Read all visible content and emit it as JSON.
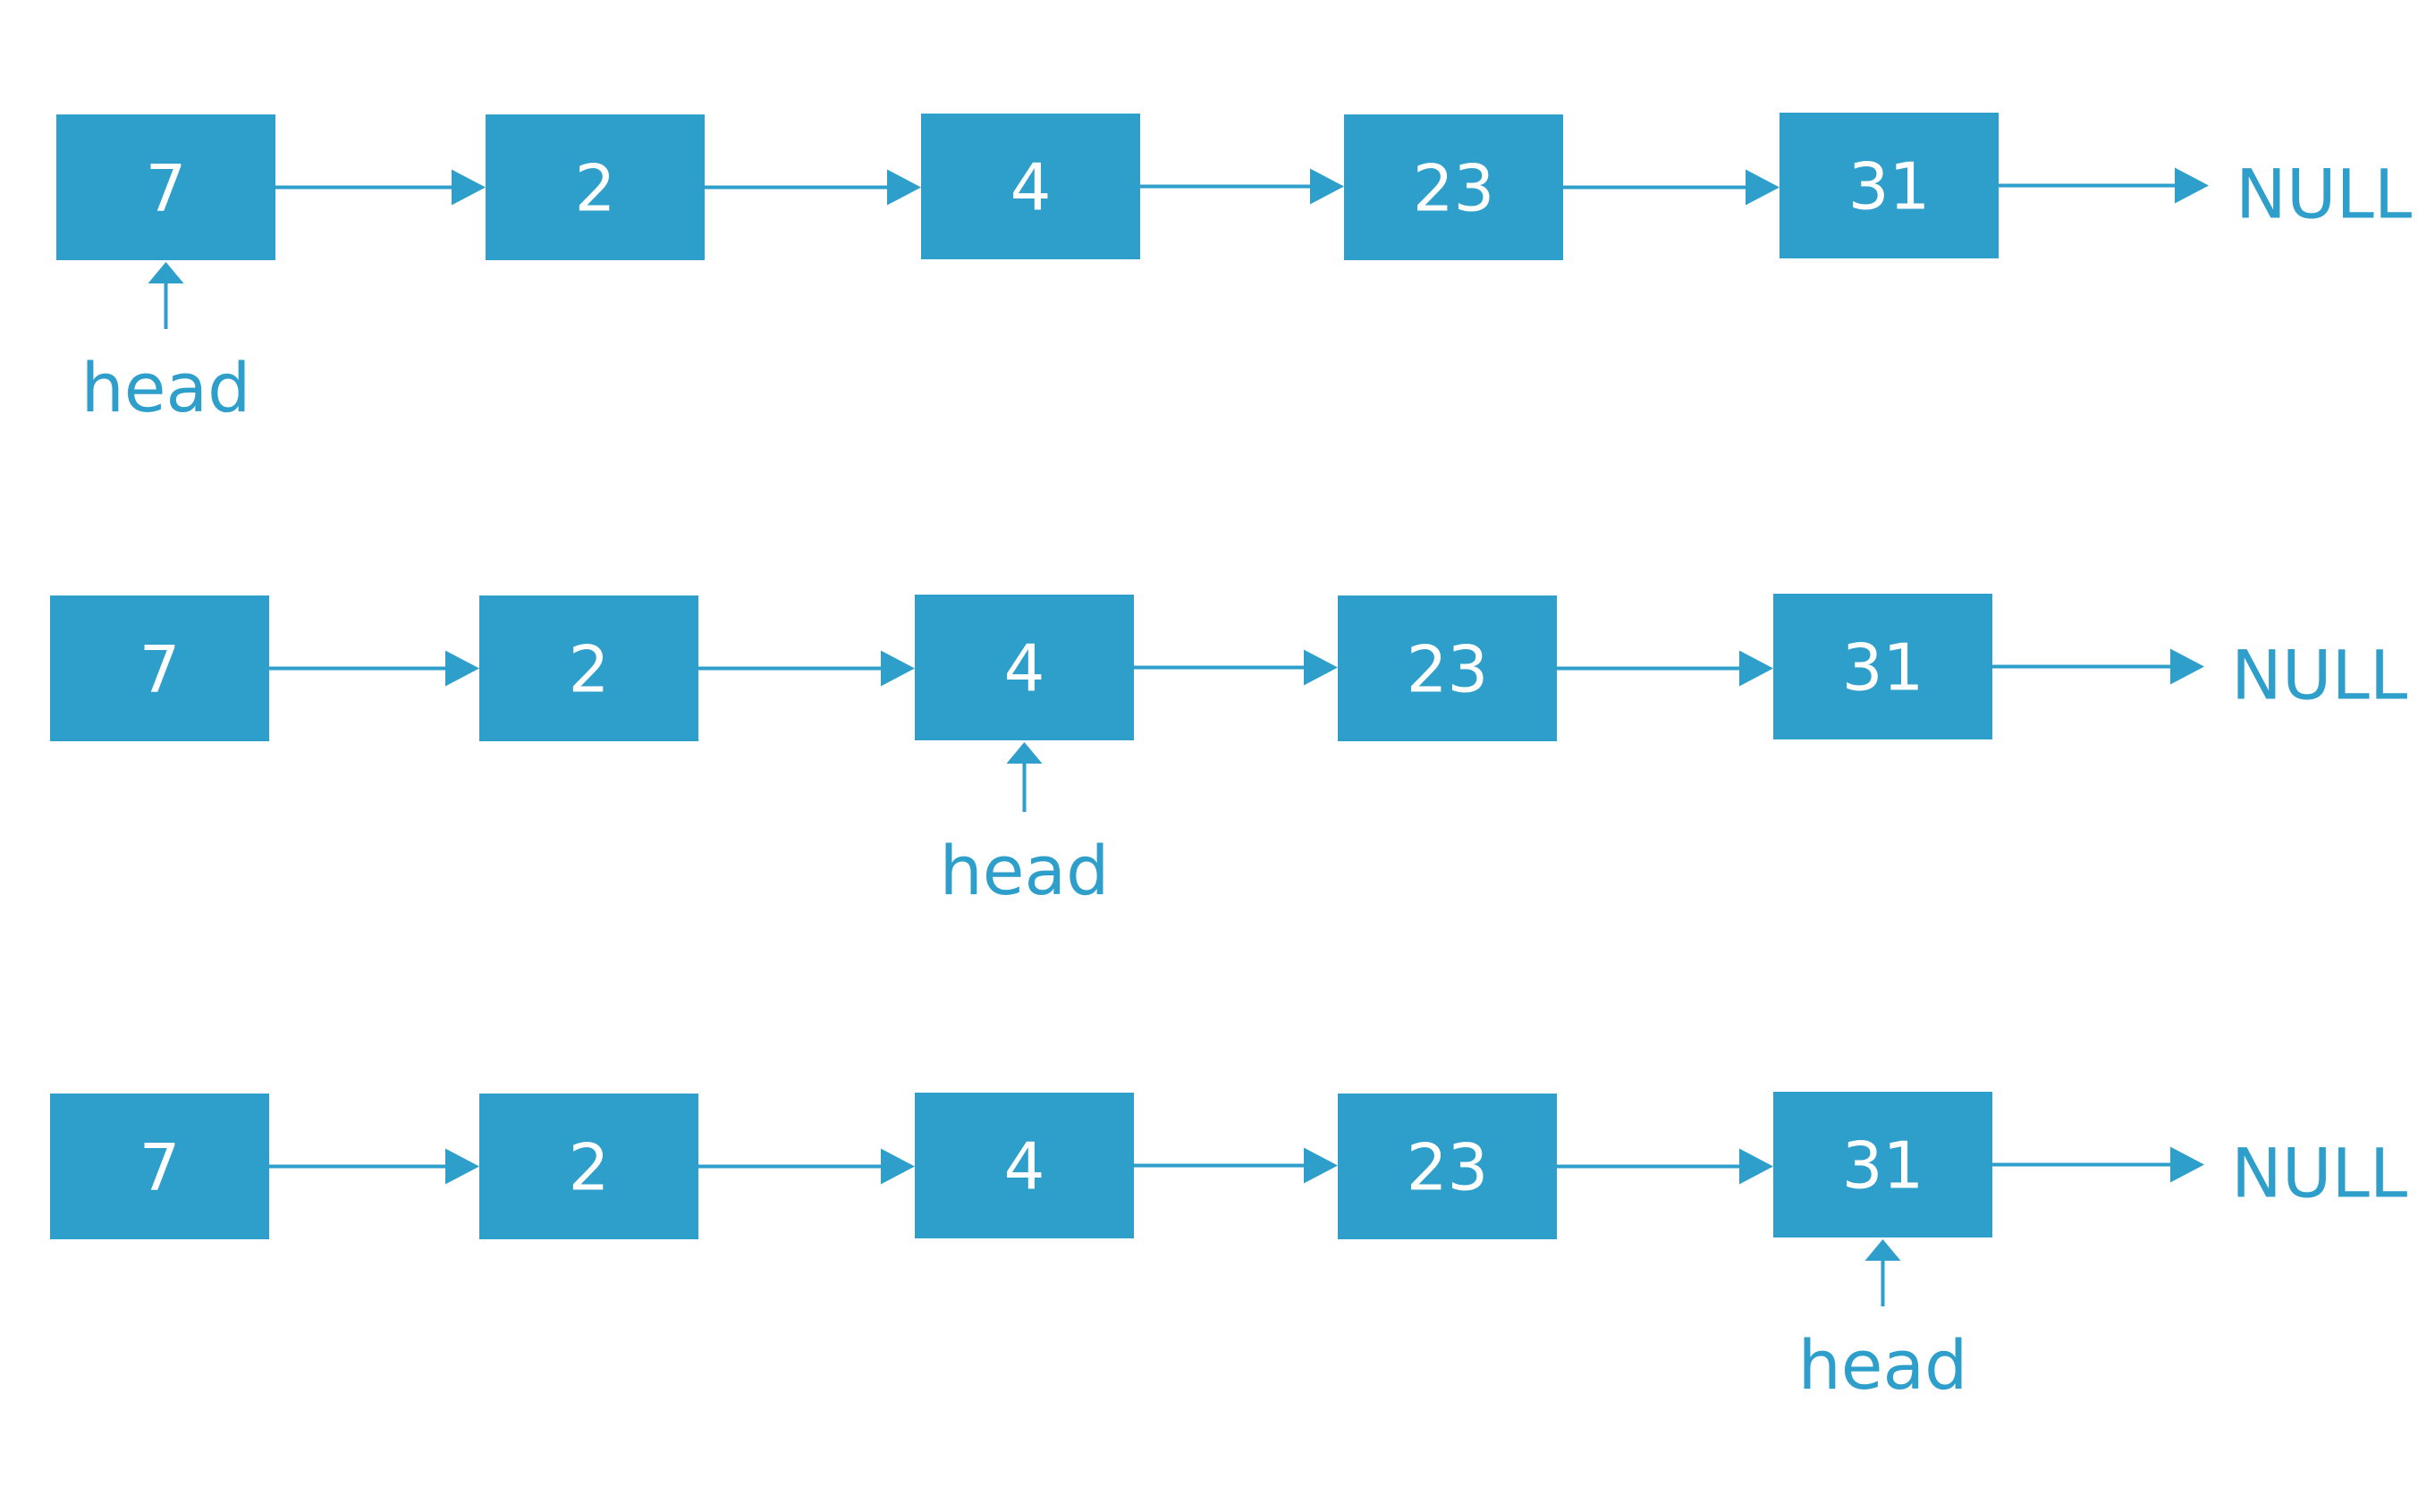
{
  "colors": {
    "accent": "#2e9fcb",
    "node_text": "#ffffff",
    "background": "#ffffff"
  },
  "lists": [
    {
      "nodes": [
        "7",
        "2",
        "4",
        "23",
        "31"
      ],
      "terminator": "NULL",
      "pointer_label": "head",
      "pointer_index": 0
    },
    {
      "nodes": [
        "7",
        "2",
        "4",
        "23",
        "31"
      ],
      "terminator": "NULL",
      "pointer_label": "head",
      "pointer_index": 2
    },
    {
      "nodes": [
        "7",
        "2",
        "4",
        "23",
        "31"
      ],
      "terminator": "NULL",
      "pointer_label": "head",
      "pointer_index": 4
    }
  ]
}
